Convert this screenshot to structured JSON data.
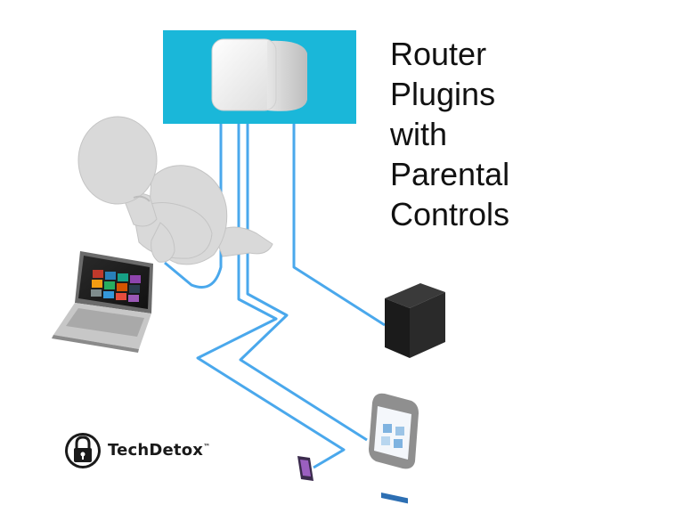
{
  "headline": {
    "lines": [
      "Router",
      "Plugins",
      "with",
      "Parental",
      "Controls"
    ]
  },
  "brand": {
    "name": "TechDetox",
    "trademark": "™",
    "logo_icon": "padlock-icon"
  },
  "colors": {
    "router_panel": "#1ab7d9",
    "cable": "#4aa8ec",
    "figure": "#d9d9d9",
    "desktop_tower": "#1e1e1e",
    "text": "#111111"
  },
  "icons": [
    "router-box-icon",
    "laptop-icon",
    "desktop-tower-icon",
    "tablet-icon",
    "smartphone-icon",
    "thinking-figure-icon"
  ]
}
